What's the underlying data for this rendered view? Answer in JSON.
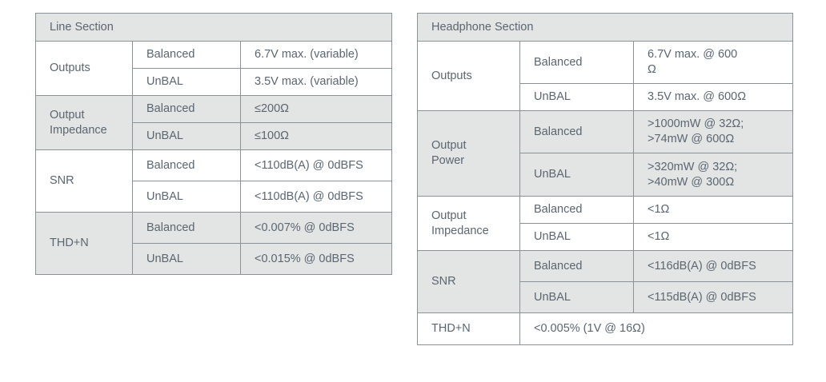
{
  "line": {
    "title": "Line Section",
    "outputs": {
      "label": "Outputs",
      "balanced_label": "Balanced",
      "balanced_value": "6.7V max. (variable)",
      "unbal_label": "UnBAL",
      "unbal_value": "3.5V max. (variable)"
    },
    "impedance": {
      "label_1": "Output",
      "label_2": "Impedance",
      "balanced_label": "Balanced",
      "balanced_value": "≤200Ω",
      "unbal_label": "UnBAL",
      "unbal_value": "≤100Ω"
    },
    "snr": {
      "label": "SNR",
      "balanced_label": "Balanced",
      "balanced_value": "<110dB(A) @ 0dBFS",
      "unbal_label": "UnBAL",
      "unbal_value": "<110dB(A) @ 0dBFS"
    },
    "thd": {
      "label": "THD+N",
      "balanced_label": "Balanced",
      "balanced_value": "<0.007% @ 0dBFS",
      "unbal_label": "UnBAL",
      "unbal_value": "<0.015% @ 0dBFS"
    }
  },
  "headphone": {
    "title": "Headphone Section",
    "outputs": {
      "label": "Outputs",
      "balanced_label": "Balanced",
      "balanced_value_1": "6.7V max. @ 600",
      "balanced_value_2": "Ω",
      "unbal_label": "UnBAL",
      "unbal_value": "3.5V max. @ 600Ω"
    },
    "power": {
      "label_1": "Output",
      "label_2": "Power",
      "balanced_label": "Balanced",
      "balanced_value_1": ">1000mW @ 32Ω;",
      "balanced_value_2": ">74mW @ 600Ω",
      "unbal_label": "UnBAL",
      "unbal_value_1": ">320mW @ 32Ω;",
      "unbal_value_2": ">40mW @ 300Ω"
    },
    "impedance": {
      "label_1": "Output",
      "label_2": "Impedance",
      "balanced_label": "Balanced",
      "balanced_value": "<1Ω",
      "unbal_label": "UnBAL",
      "unbal_value": "<1Ω"
    },
    "snr": {
      "label": "SNR",
      "balanced_label": "Balanced",
      "balanced_value": "<116dB(A) @ 0dBFS",
      "unbal_label": "UnBAL",
      "unbal_value": "<115dB(A) @ 0dBFS"
    },
    "thd": {
      "label": "THD+N",
      "value": "<0.005% (1V @ 16Ω)"
    }
  }
}
